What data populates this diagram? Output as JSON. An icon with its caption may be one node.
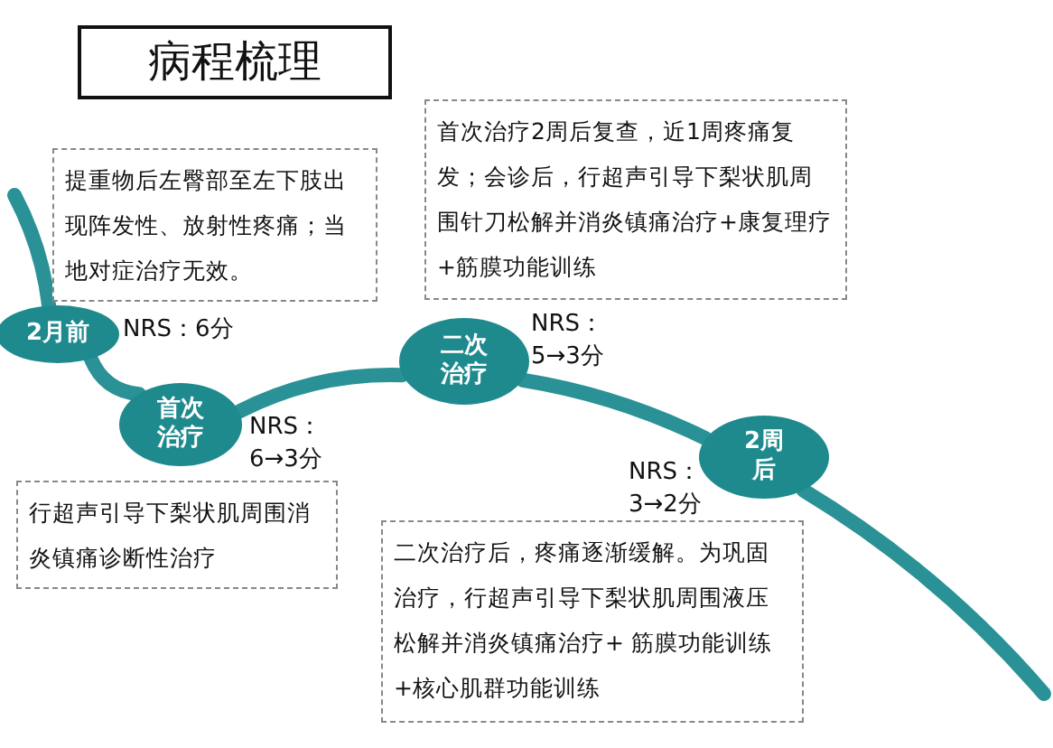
{
  "diagram": {
    "title": "病程梳理",
    "nodes": [
      {
        "text": [
          "2月前"
        ],
        "beside": [
          "NRS：6分"
        ]
      },
      {
        "text": [
          "首次治疗"
        ],
        "beside": [
          "NRS：6→3分"
        ]
      },
      {
        "text": [
          "二次治疗"
        ],
        "beside": [
          "NRS：5→3分"
        ]
      },
      {
        "text": [
          "2周后"
        ],
        "beside": [
          "NRS：3→2分"
        ]
      },
      {
        "text": [
          "提重物后左臀部至左下肢出现阵发性、放射性疼痛；当地对症治疗无效。"
        ]
      },
      {
        "text": [
          "首次治疗2周后复查，近1周疼痛复发；会诊后，行超声引导下梨状肌周围针刀松解并消炎镇痛治疗+康复理疗+筋膜功能训练"
        ]
      },
      {
        "text": [
          "行超声引导下梨状肌周围消炎镇痛诊断性治疗"
        ]
      },
      {
        "text": [
          "二次治疗后，疼痛逐渐缓解。为巩固治疗，行超声引导下梨状肌周围液压松解并消炎镇痛治疗+ 筋膜功能训练+核心肌群功能训练"
        ]
      }
    ],
    "edges": [
      {
        "from": null,
        "to": 0,
        "arrow": "none"
      },
      {
        "from": 0,
        "to": 1,
        "arrow": "none"
      },
      {
        "from": 1,
        "to": 2,
        "arrow": "none"
      },
      {
        "from": 2,
        "to": 3,
        "arrow": "none"
      },
      {
        "from": 3,
        "to": null,
        "arrow": "none"
      }
    ]
  }
}
